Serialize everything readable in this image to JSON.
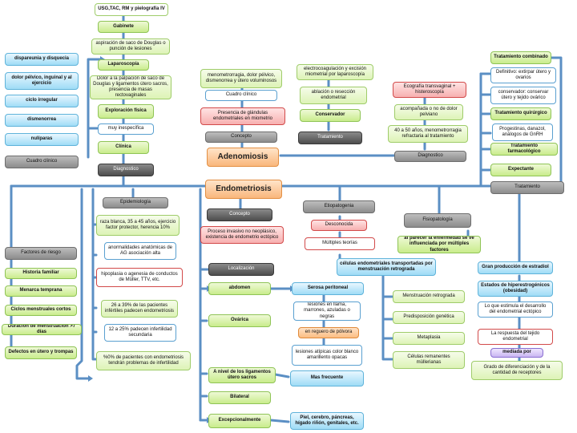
{
  "center": {
    "adenomiosis": "Adenomiosis",
    "endometriosis": "Endometriosis"
  },
  "adenomiosis_branch": {
    "concepto_label": "Concepto",
    "concepto_text": "Presencia de glándulas endometriales en miometrio",
    "cuadro_label": "Cuadro clínico",
    "cuadro_text": "menometrorragia, dolor pélvico, dismenorrea y útero voluminosos",
    "tratamiento_label": "Tratamiento",
    "tratamiento_items": [
      "electrocoagulación y excisión miometrial por laparoscopía",
      "ablación o resección endometrial",
      "Conservador"
    ],
    "diagnostico_label": "Diagnostico",
    "diagnostico_items": [
      "Ecografía transvaginal + histeroscopía",
      "acompañada o no de dolor pelviano",
      "40 a 50 años, menometrorragia refractaria al tratamiento"
    ]
  },
  "clinica_column": {
    "items": [
      "USG,TAC, RM y pielografía IV",
      "Gabinete",
      "aspiración de saco de Douglas o punción de lesiones",
      "Laparoscopía",
      "Dolor a la palpación de saco de Douglas y ligamentos útero sacros, presencia de masas rectovaginales",
      "Exploración física",
      "muy inespecífica",
      "Clínica"
    ],
    "diagnostico_label": "Diagnostico"
  },
  "cuadro_clinico": {
    "label": "Cuadro clínico",
    "items": [
      "dispareunia y disquecia",
      "dolor pélvico, inguinal y al ejercicio",
      "ciclo irregular",
      "dismenorrea",
      "nulíparas"
    ]
  },
  "tratamiento_right": {
    "label": "Tratamiento",
    "items": [
      "Tratamiento combinado",
      "Definitivo: extirpar útero y ovarios",
      "conservador: conservar útero y tejido ovárico",
      "Tratamiento quirúrgico",
      "Progestinas, danazol, análogos de GnRH",
      "Tratamiento farmacológico",
      "Expectante"
    ]
  },
  "epidemiologia": {
    "label": "Epidemiología",
    "items": [
      "raza blanca, 35 a 45 años, ejercicio factor protector, herencia 10%",
      "anormalidades anatómicas de AG asociación alta",
      "hipoplasia o agenesia de conductos de Müller, TTV, etc.",
      "26 a 39% de las pacientes infértiles padecen endometriosis",
      "12 a 25% padecen infertilidad secundaria",
      "%0% de pacientes con endometriosis tendrán problemas de infertilidad"
    ]
  },
  "factores": {
    "label": "Factores de riesgo",
    "items": [
      "Historia familiar",
      "Menarca temprana",
      "Ciclos menstruales cortos",
      "Duración de menstruación >7 días",
      "Defectos en útero y trompas"
    ]
  },
  "concepto_endo": {
    "label": "Concepto",
    "text": "Proceso invasivo no neoplásico, existencia de endometrio ectópico"
  },
  "localizacion": {
    "label": "Localización",
    "abdomen": "abdomen",
    "ovarica": "Ovárica",
    "ligamentos": "A nivel de los ligamentos útero sacros",
    "bilateral": "Bilateral",
    "excepcionalmente": "Excepcionalmente",
    "serosa": "Serosa peritoneal",
    "lesiones": "lesiones en llama, marrones, azuladas o negras",
    "polvora": "en reguero de pólvora",
    "atipicas": "lesiones atípicas color blanco amarillento opacas",
    "mas_frecuente": "Mas frecuente",
    "piel": "Piel, cerebro, páncreas, hígado riñón, genitales, etc."
  },
  "etiopatogenia": {
    "label": "Etiopatogenia",
    "desconocida": "Desconocida",
    "multiples": "Múltiples teorías",
    "celulas": "células endometriales transportadas por menstruación retrograda",
    "items": [
      "Menstruación retrograda",
      "Predisposición genética",
      "Metaplasia",
      "Células remanentes müllerianas"
    ]
  },
  "fisiopatologia": {
    "label": "Fisiopatología",
    "influenciada": "al parecer la enfermedad se ve influenciada por múltiples factores",
    "items": [
      "Gran producción de estradiol",
      "Estados de hiperestrogénicos (obesidad)",
      "Lo que estimula el desarrollo del endometrial ectópico",
      "La respuesta del tejido endometrial",
      "mediada por",
      "Grado de diferenciación y de la cantidad de receptores"
    ]
  },
  "colors": {
    "connector": "#5b8fc4",
    "green_fill": "#c9ec8c",
    "blue_fill": "#9fdcf6",
    "dark_gray": "#4d4d4d",
    "pink": "#f7b0b0",
    "orange": "#f9b77c"
  }
}
